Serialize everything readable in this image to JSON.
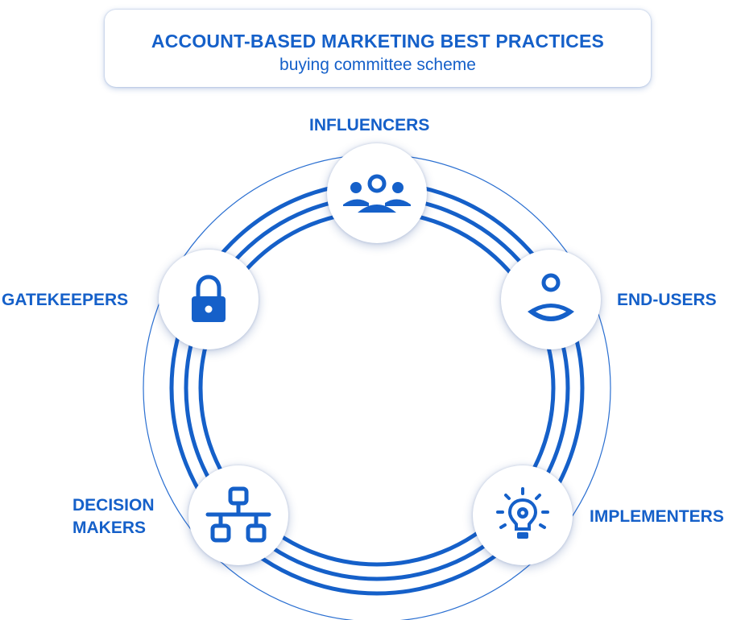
{
  "title": {
    "main": "ACCOUNT-BASED MARKETING BEST PRACTICES",
    "subtitle": "buying committee scheme"
  },
  "colors": {
    "primary": "#1560c9",
    "ring_thin": "#2a6fd1"
  },
  "roles": [
    {
      "id": "influencers",
      "label": "INFLUENCERS",
      "icon": "group-icon"
    },
    {
      "id": "end-users",
      "label": "END-USERS",
      "icon": "user-icon"
    },
    {
      "id": "implementers",
      "label": "IMPLEMENTERS",
      "icon": "lightbulb-gear-icon"
    },
    {
      "id": "decision-makers",
      "label_line1": "DECISION",
      "label_line2": "MAKERS",
      "icon": "network-hierarchy-icon"
    },
    {
      "id": "gatekeepers",
      "label": "GATEKEEPERS",
      "icon": "padlock-icon"
    }
  ]
}
